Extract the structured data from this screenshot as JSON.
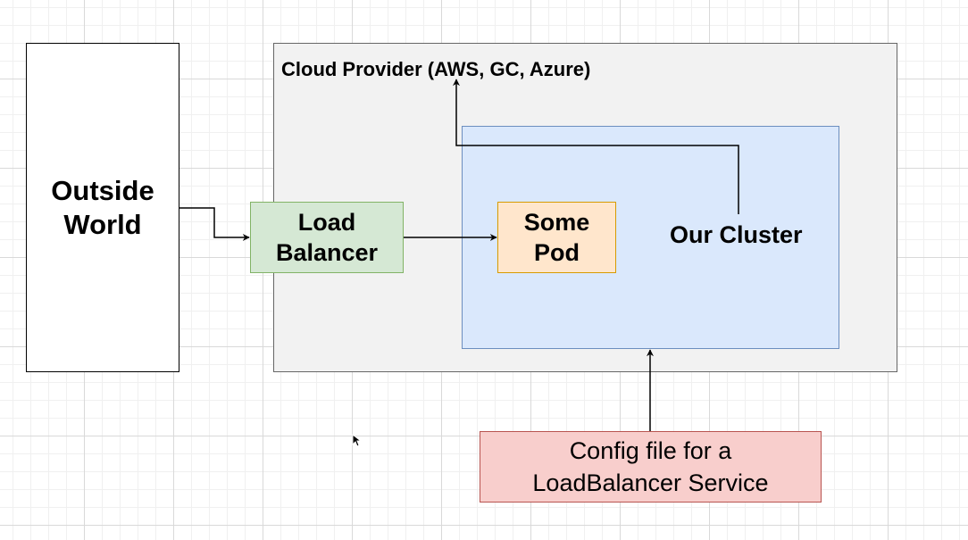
{
  "diagram": {
    "nodes": {
      "outside_world": {
        "line1": "Outside",
        "line2": "World"
      },
      "cloud_provider": {
        "label": "Cloud Provider (AWS, GC, Azure)"
      },
      "cluster": {
        "label": "Our Cluster"
      },
      "load_balancer": {
        "line1": "Load",
        "line2": "Balancer"
      },
      "pod": {
        "line1": "Some",
        "line2": "Pod"
      },
      "config_file": {
        "line1": "Config file for a",
        "line2": "LoadBalancer Service"
      }
    },
    "edges": [
      {
        "from": "outside_world",
        "to": "load_balancer"
      },
      {
        "from": "load_balancer",
        "to": "pod"
      },
      {
        "from": "cluster",
        "to": "cloud_provider"
      },
      {
        "from": "config_file",
        "to": "cluster"
      }
    ],
    "colors": {
      "load_balancer_fill": "#d5e8d4",
      "load_balancer_stroke": "#82b366",
      "pod_fill": "#ffe6cc",
      "pod_stroke": "#d79b00",
      "cluster_fill": "#dae8fc",
      "cluster_stroke": "#6c8ebf",
      "config_fill": "#f8cecc",
      "config_stroke": "#b85450",
      "cloud_fill": "#f2f2f2"
    }
  }
}
